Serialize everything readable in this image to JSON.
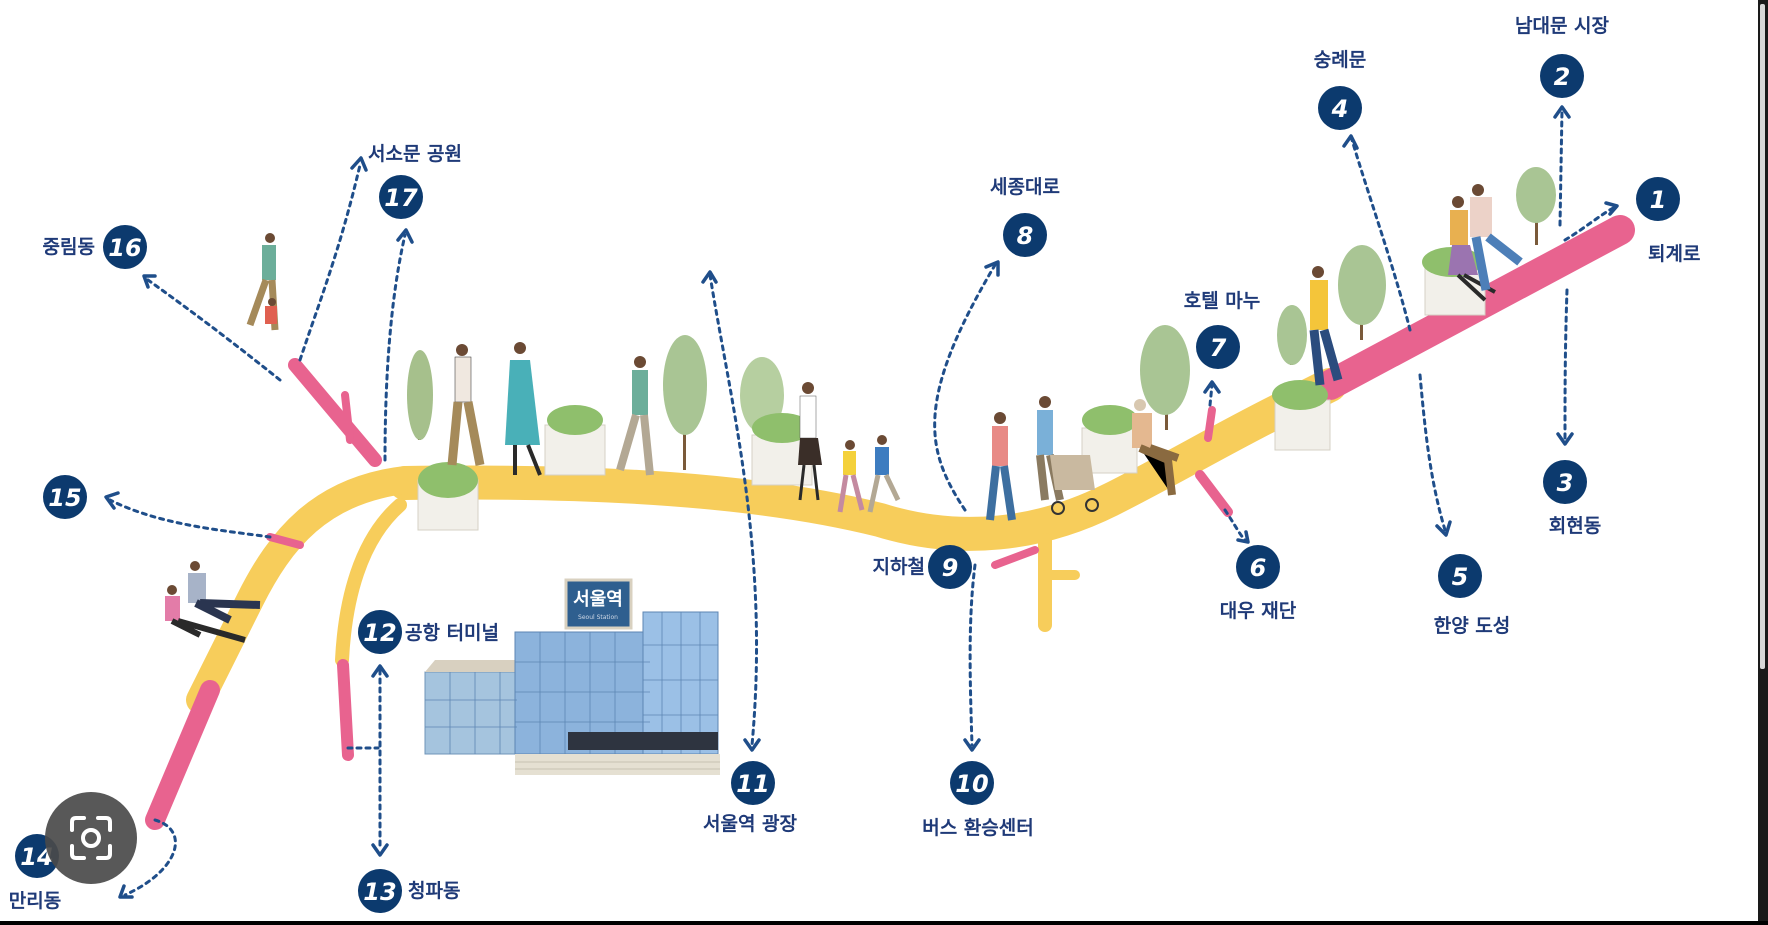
{
  "colors": {
    "marker": "#0c3a6e",
    "route_main": "#f7cd5b",
    "route_branch": "#e8638f",
    "arrow": "#1f4e8a",
    "label": "#1f3a78"
  },
  "icons": [
    "camera-search-icon"
  ],
  "station": {
    "sign": "서울역",
    "sub": "Seoul Station"
  },
  "places": [
    {
      "num": "1",
      "label": "퇴계로"
    },
    {
      "num": "2",
      "label": "남대문 시장"
    },
    {
      "num": "3",
      "label": "회현동"
    },
    {
      "num": "4",
      "label": "숭례문"
    },
    {
      "num": "5",
      "label": "한양 도성"
    },
    {
      "num": "6",
      "label": "대우 재단"
    },
    {
      "num": "7",
      "label": "호텔 마누"
    },
    {
      "num": "8",
      "label": "세종대로"
    },
    {
      "num": "9",
      "label": "지하철"
    },
    {
      "num": "10",
      "label": "버스 환승센터"
    },
    {
      "num": "11",
      "label": "서울역 광장"
    },
    {
      "num": "12",
      "label": "공항 터미널"
    },
    {
      "num": "13",
      "label": "청파동"
    },
    {
      "num": "14",
      "label": "만리동"
    },
    {
      "num": "15",
      "label": ""
    },
    {
      "num": "16",
      "label": "중림동"
    },
    {
      "num": "17",
      "label": "서소문 공원"
    }
  ]
}
